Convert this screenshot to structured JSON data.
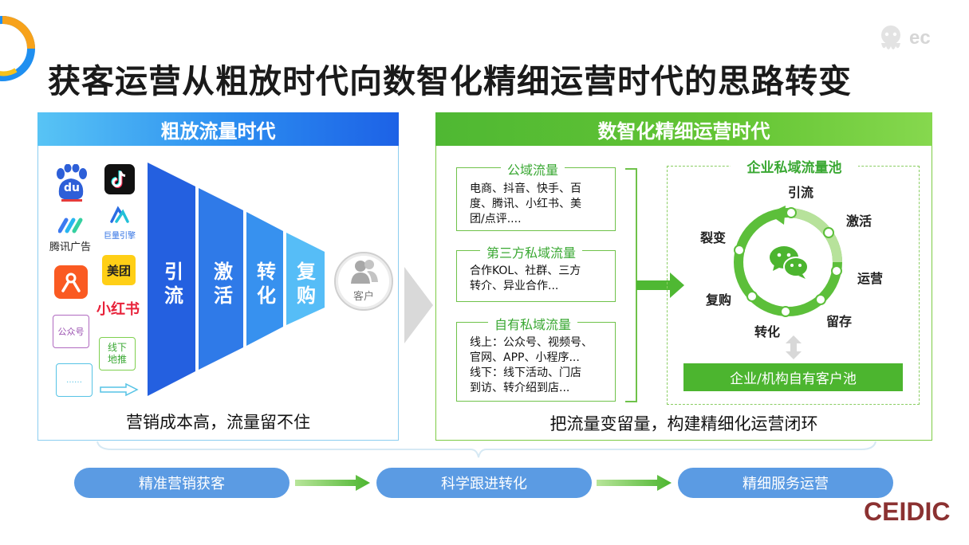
{
  "title": "获客运营从粗放时代向数智化精细运营时代的思路转变",
  "ec_logo_text": "ec",
  "left_panel": {
    "header": "粗放流量时代",
    "footer": "营销成本高，流量留不住",
    "apps": {
      "baidu": "du",
      "tencent_ads": "腾讯广告",
      "juliang": "巨量引擎",
      "meituan": "美团",
      "xiaohongshu": "小红书",
      "official_account": "公众号",
      "offline_push": "线下\n地推",
      "more": "……"
    },
    "funnel": [
      {
        "label": "引\n流"
      },
      {
        "label": "激\n活"
      },
      {
        "label": "转\n化"
      },
      {
        "label": "复\n购"
      }
    ],
    "customer": "客户"
  },
  "right_panel": {
    "header": "数智化精细运营时代",
    "footer": "把流量变留量，构建精细化运营闭环",
    "traffic_boxes": [
      {
        "title": "公域流量",
        "lines": [
          "电商、抖音、快手、百",
          "度、腾讯、小红书、美",
          "团/点评...."
        ]
      },
      {
        "title": "第三方私域流量",
        "lines": [
          "合作KOL、社群、三方",
          "转介、异业合作..."
        ]
      },
      {
        "title": "自有私域流量",
        "lines": [
          "线上：公众号、视频号、",
          "官网、APP、小程序...",
          "线下：线下活动、门店",
          "到访、转介绍到店..."
        ]
      }
    ],
    "pool": {
      "title": "企业私域流量池",
      "cycle": [
        "引流",
        "激活",
        "运营",
        "留存",
        "转化",
        "复购",
        "裂变"
      ],
      "enterprise_pool": "企业/机构自有客户池"
    }
  },
  "pipeline": [
    "精准营销获客",
    "科学跟进转化",
    "精细服务运营"
  ],
  "brand": "CEIDIC",
  "colors": {
    "blue": "#2b8cf0",
    "green": "#4fb833",
    "pill": "#5b9be3",
    "brand": "#8b3131"
  }
}
